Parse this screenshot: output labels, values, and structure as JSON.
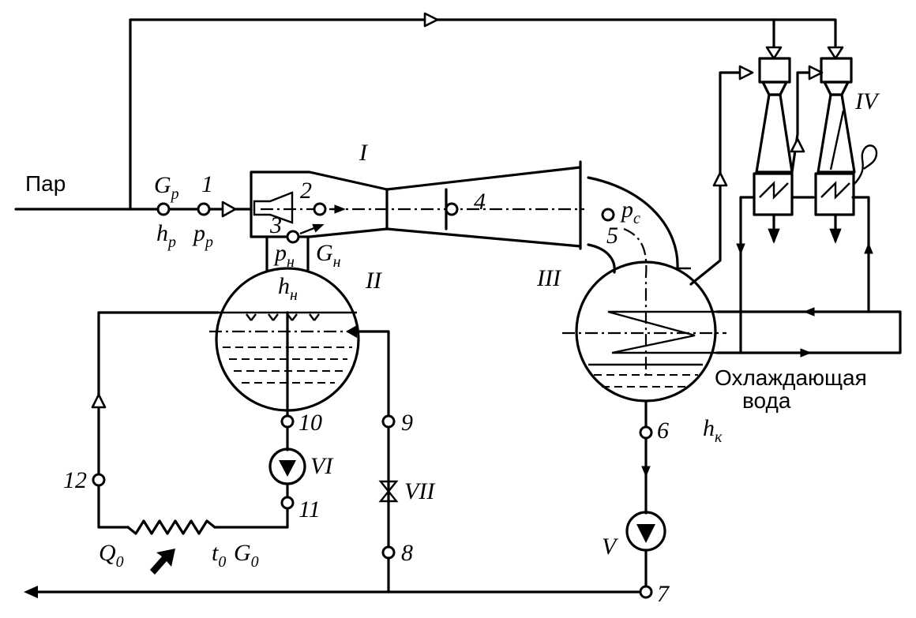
{
  "labels": {
    "steam": "Пар",
    "cooling_water_1": "Охлаждающая",
    "cooling_water_2": "вода",
    "I": "I",
    "II": "II",
    "III": "III",
    "IV": "IV",
    "V": "V",
    "VI": "VI",
    "VII": "VII",
    "p1": "1",
    "p2": "2",
    "p3": "3",
    "p4": "4",
    "p5": "5",
    "p6": "6",
    "p7": "7",
    "p8": "8",
    "p9": "9",
    "p10": "10",
    "p11": "11",
    "p12": "12",
    "G": "G",
    "h": "h",
    "p": "p",
    "Q": "Q",
    "t": "t",
    "sub_r": "р",
    "sub_n": "н",
    "sub_c": "c",
    "sub_k": "к",
    "sub_0": "0"
  }
}
